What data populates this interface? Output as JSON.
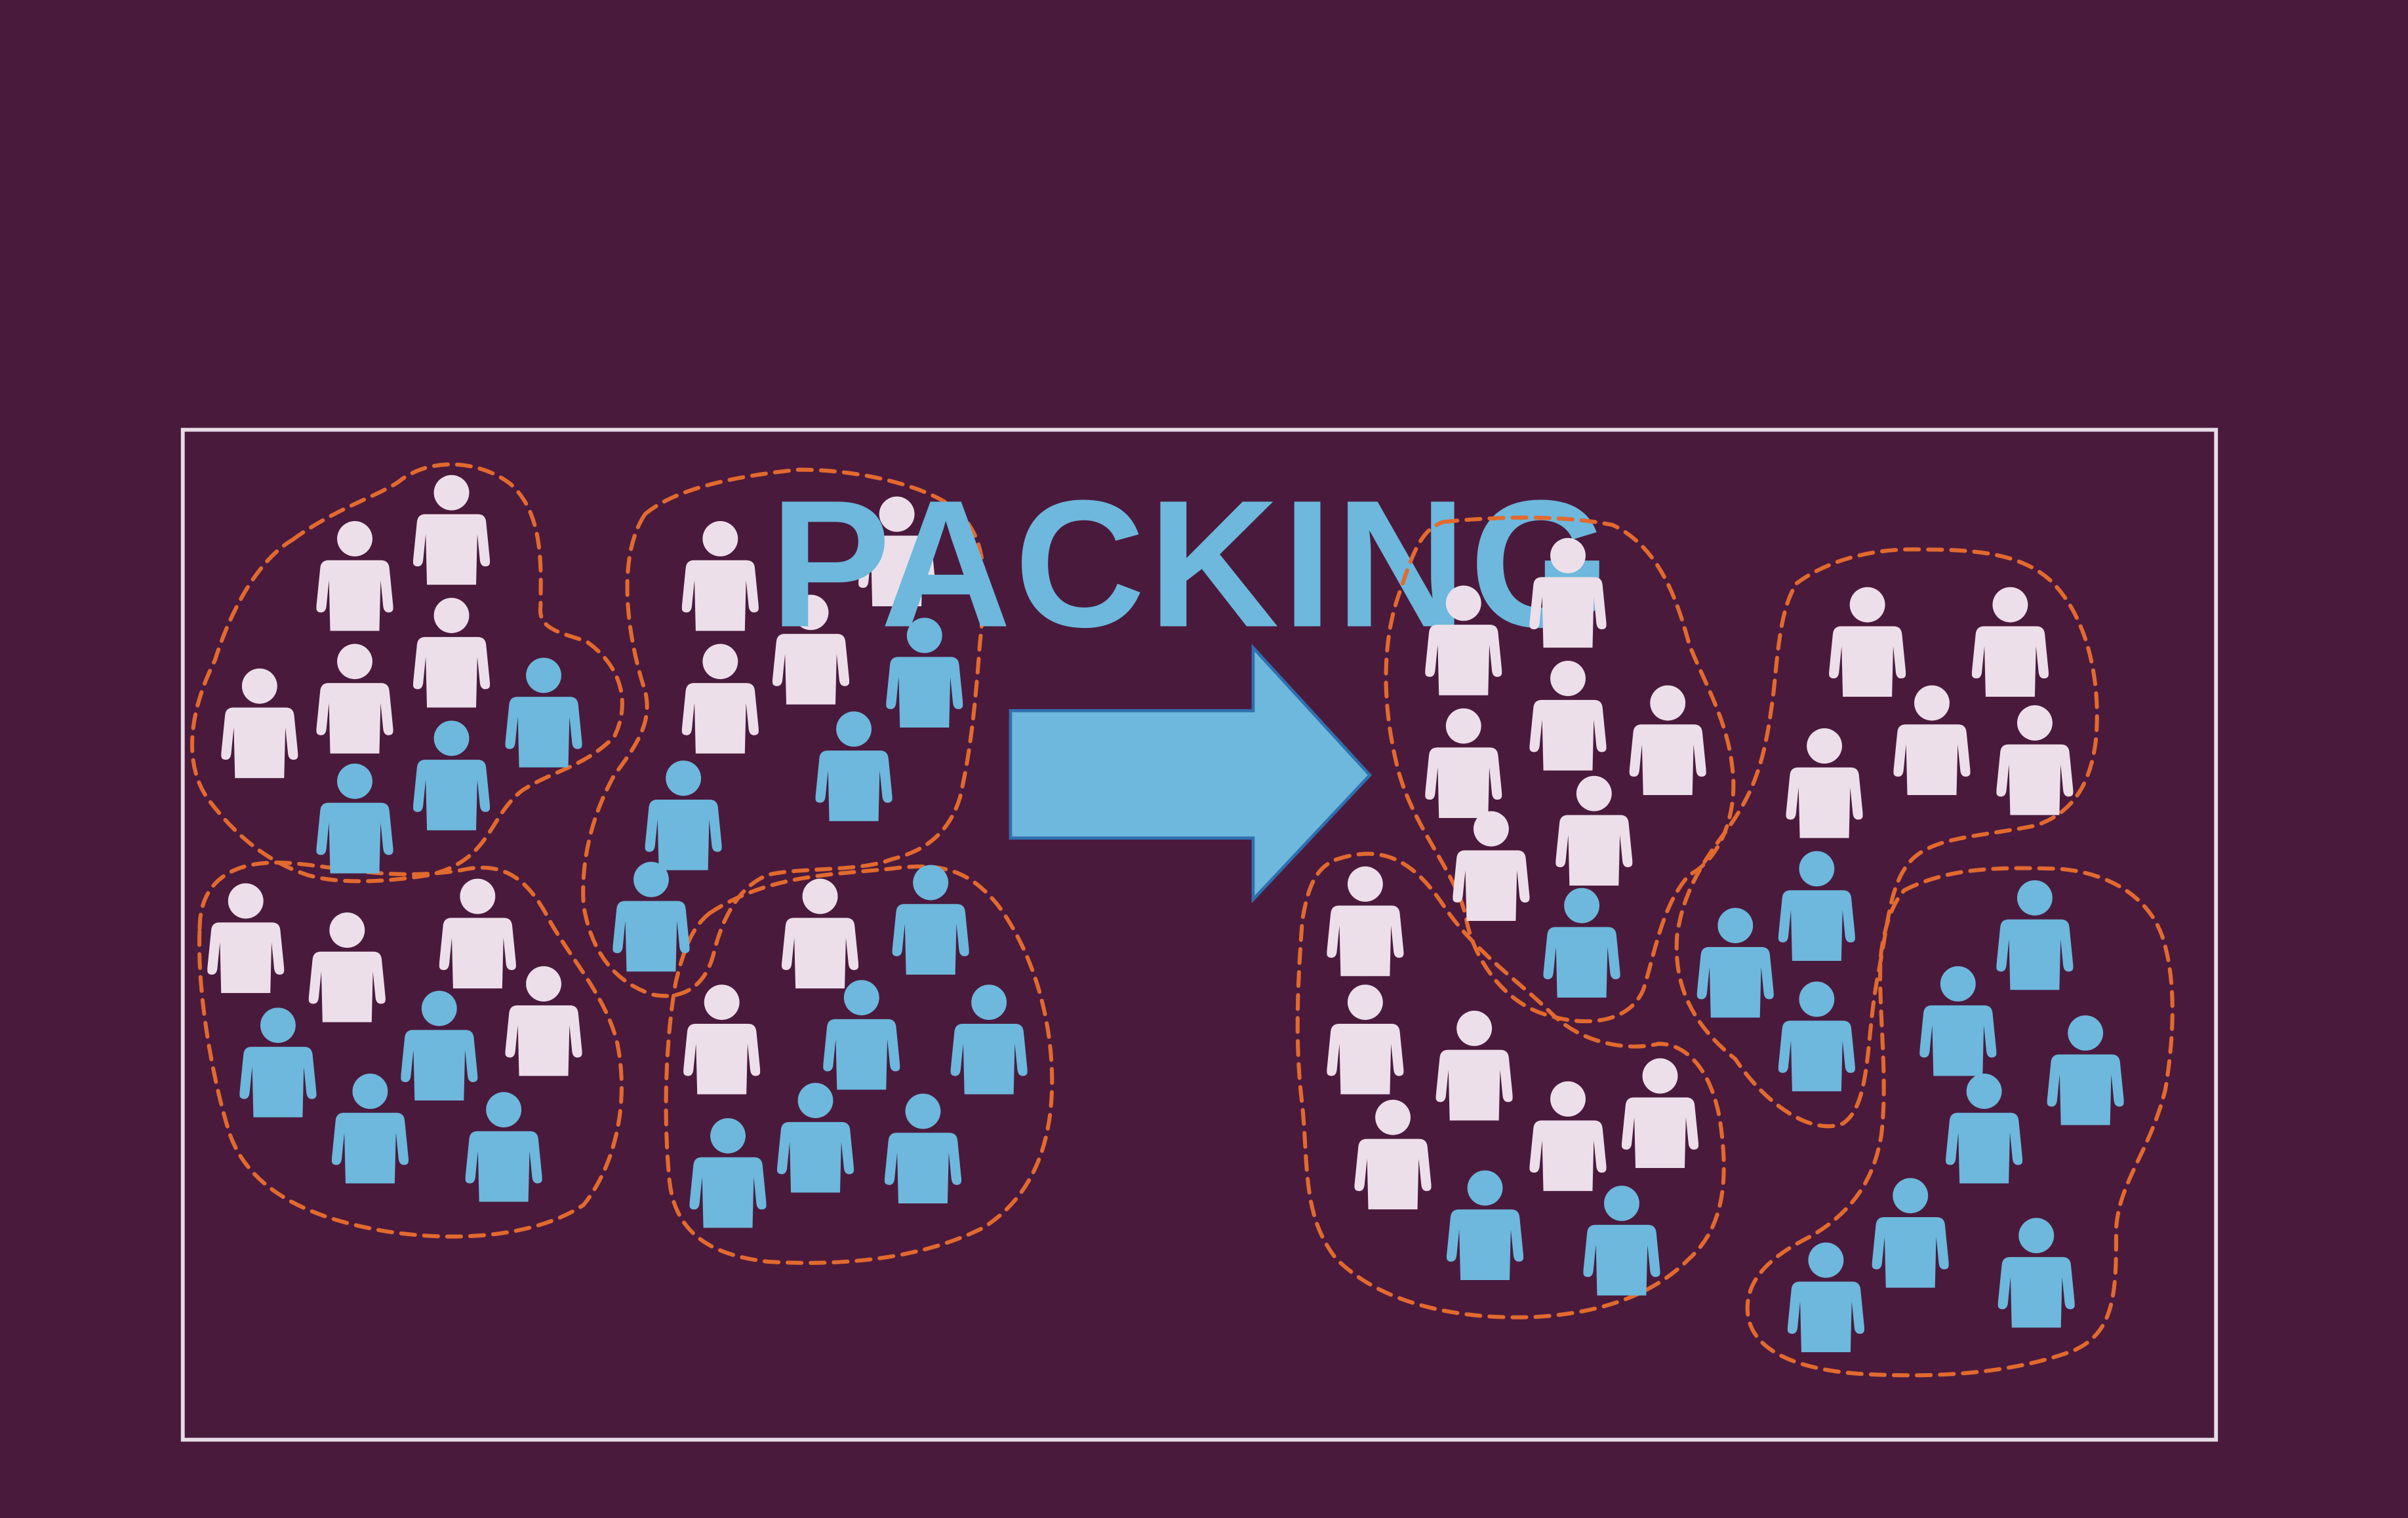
{
  "colors": {
    "background": "#4a1a3d",
    "frame": "#e6dce6",
    "boundary": "#e26a2e",
    "person_light": "#ecdfe9",
    "person_blue": "#6db8dc",
    "arrow_fill": "#6db8dc",
    "arrow_stroke": "#2f6fae",
    "label": "#6db8dc"
  },
  "arrow": {
    "label": "PACKING",
    "icon": "right-arrow-icon"
  },
  "left_panel": {
    "districts": [
      {
        "name": "district-1",
        "people": [
          "light",
          "light",
          "light",
          "light",
          "light",
          "blue",
          "blue",
          "blue",
          "blue"
        ]
      },
      {
        "name": "district-2",
        "people": [
          "light",
          "light",
          "light",
          "light",
          "blue",
          "blue",
          "blue",
          "blue"
        ]
      },
      {
        "name": "district-3",
        "people": [
          "light",
          "light",
          "light",
          "light",
          "blue",
          "blue",
          "blue",
          "blue"
        ]
      },
      {
        "name": "district-4",
        "people": [
          "light",
          "light",
          "blue",
          "blue",
          "blue",
          "blue",
          "blue",
          "blue",
          "blue"
        ]
      }
    ]
  },
  "right_panel": {
    "districts": [
      {
        "name": "district-1",
        "people": [
          "light",
          "light",
          "light",
          "light",
          "light",
          "light",
          "light",
          "blue",
          "blue",
          "blue"
        ]
      },
      {
        "name": "district-2",
        "people": [
          "light",
          "light",
          "light",
          "light",
          "light",
          "light",
          "blue",
          "blue",
          "blue",
          "blue",
          "blue",
          "blue",
          "blue"
        ]
      },
      {
        "name": "district-3",
        "people": [
          "light",
          "light",
          "light",
          "light",
          "light",
          "blue",
          "blue",
          "blue"
        ]
      },
      {
        "name": "district-4",
        "people": [
          "blue",
          "blue",
          "blue",
          "blue",
          "blue",
          "blue",
          "blue",
          "blue"
        ]
      }
    ]
  }
}
